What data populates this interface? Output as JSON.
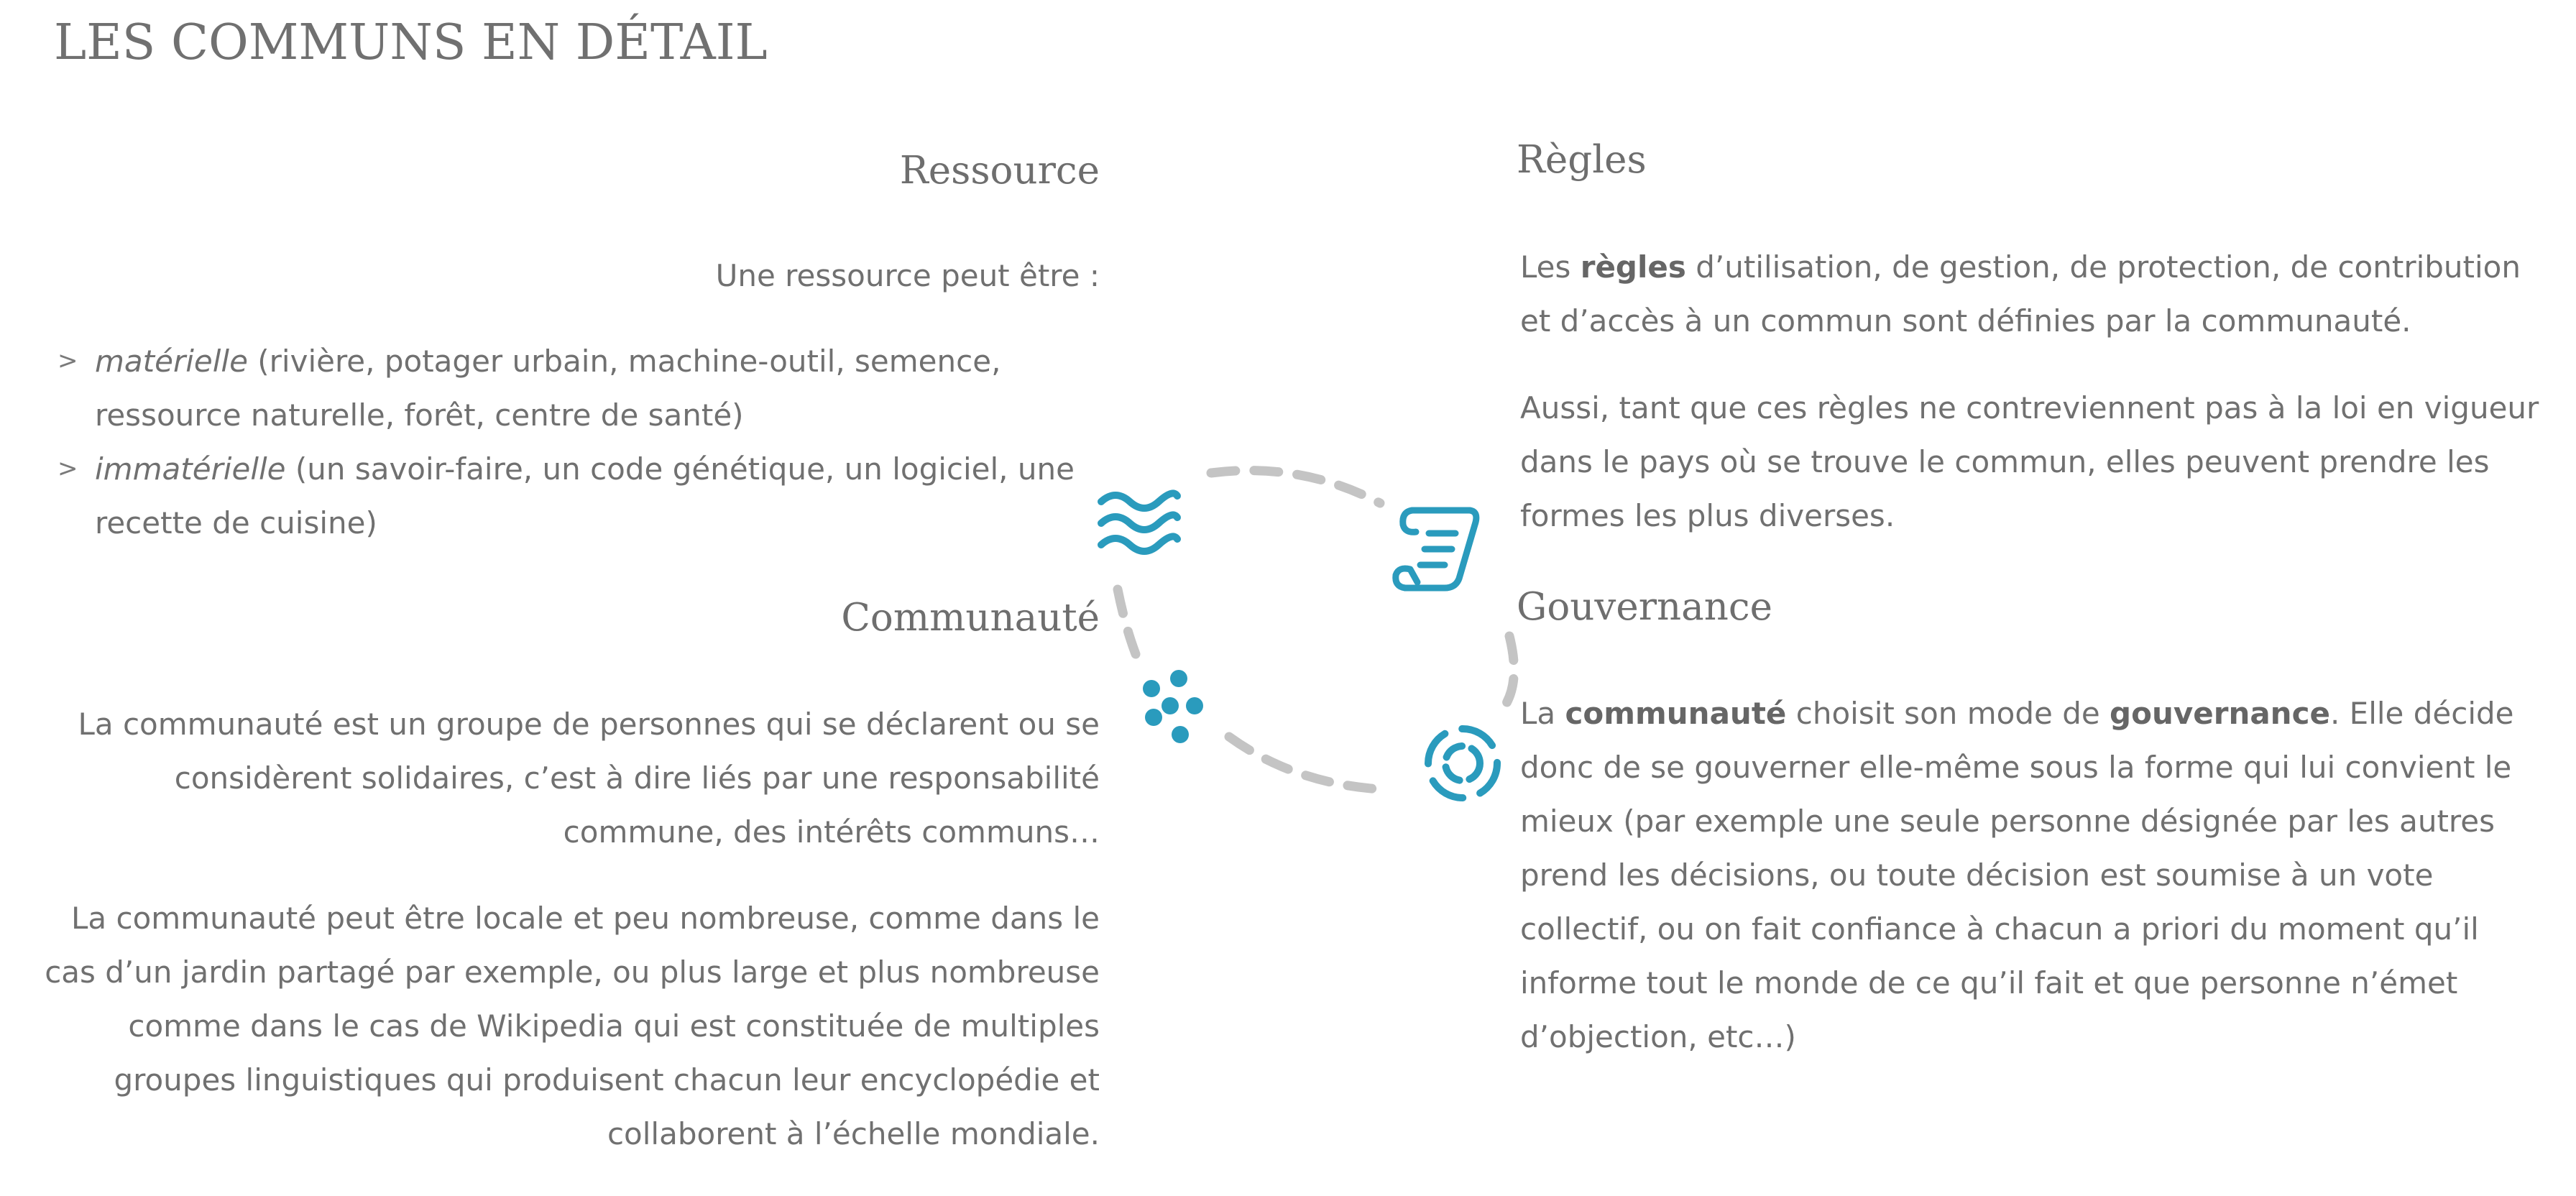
{
  "page_title": "LES COMMUNS EN DÉTAIL",
  "ressource": {
    "heading": "Ressource",
    "intro": "Une ressource peut être :",
    "items": [
      {
        "term": "matérielle",
        "rest": " (rivière, potager urbain, machine-outil, semence, ressource naturelle, forêt, centre de santé)"
      },
      {
        "term": "immatérielle",
        "rest": " (un savoir-faire, un code génétique, un logiciel, une recette de cuisine)"
      }
    ]
  },
  "communaute": {
    "heading": "Communauté",
    "p1": "La communauté est un groupe de personnes qui se déclarent ou se considèrent solidaires, c’est à dire liés par une responsabilité commune, des intérêts communs…",
    "p2": "La communauté peut être locale et peu nombreuse, comme dans le cas d’un jardin partagé par exemple, ou plus large et plus nombreuse comme dans le cas de Wikipedia qui est constituée de multiples groupes linguistiques qui produisent chacun leur encyclopédie et collaborent à l’échelle mondiale."
  },
  "regles": {
    "heading": "Règles",
    "p1_a": "Les ",
    "p1_bold": "règles",
    "p1_b": " d’utilisation, de gestion, de protection, de contribution et d’accès à un commun sont définies par la communauté.",
    "p2": "Aussi, tant que ces règles ne contreviennent pas à la loi en vigueur dans le pays où se trouve le commun, elles peuvent prendre les formes les plus diverses."
  },
  "gouvernance": {
    "heading": "Gouvernance",
    "p1_a": "La ",
    "p1_bold1": "communauté",
    "p1_b": " choisit son mode de ",
    "p1_bold2": "gouvernance",
    "p1_c": ". Elle décide donc de se gouverner elle-même sous la forme qui lui convient le mieux (par exemple une seule personne désignée par les autres prend les décisions, ou toute décision est soumise à un vote collectif, ou on fait confiance à chacun a priori du moment qu’il informe tout le monde de ce qu’il fait et que personne n’émet d’objection, etc…)"
  },
  "diagram": {
    "icons": [
      "waves-icon",
      "scroll-icon",
      "people-dots-icon",
      "governance-circle-icon"
    ],
    "accent_color": "#2a9bbd",
    "dash_color": "#c4c4c4"
  }
}
